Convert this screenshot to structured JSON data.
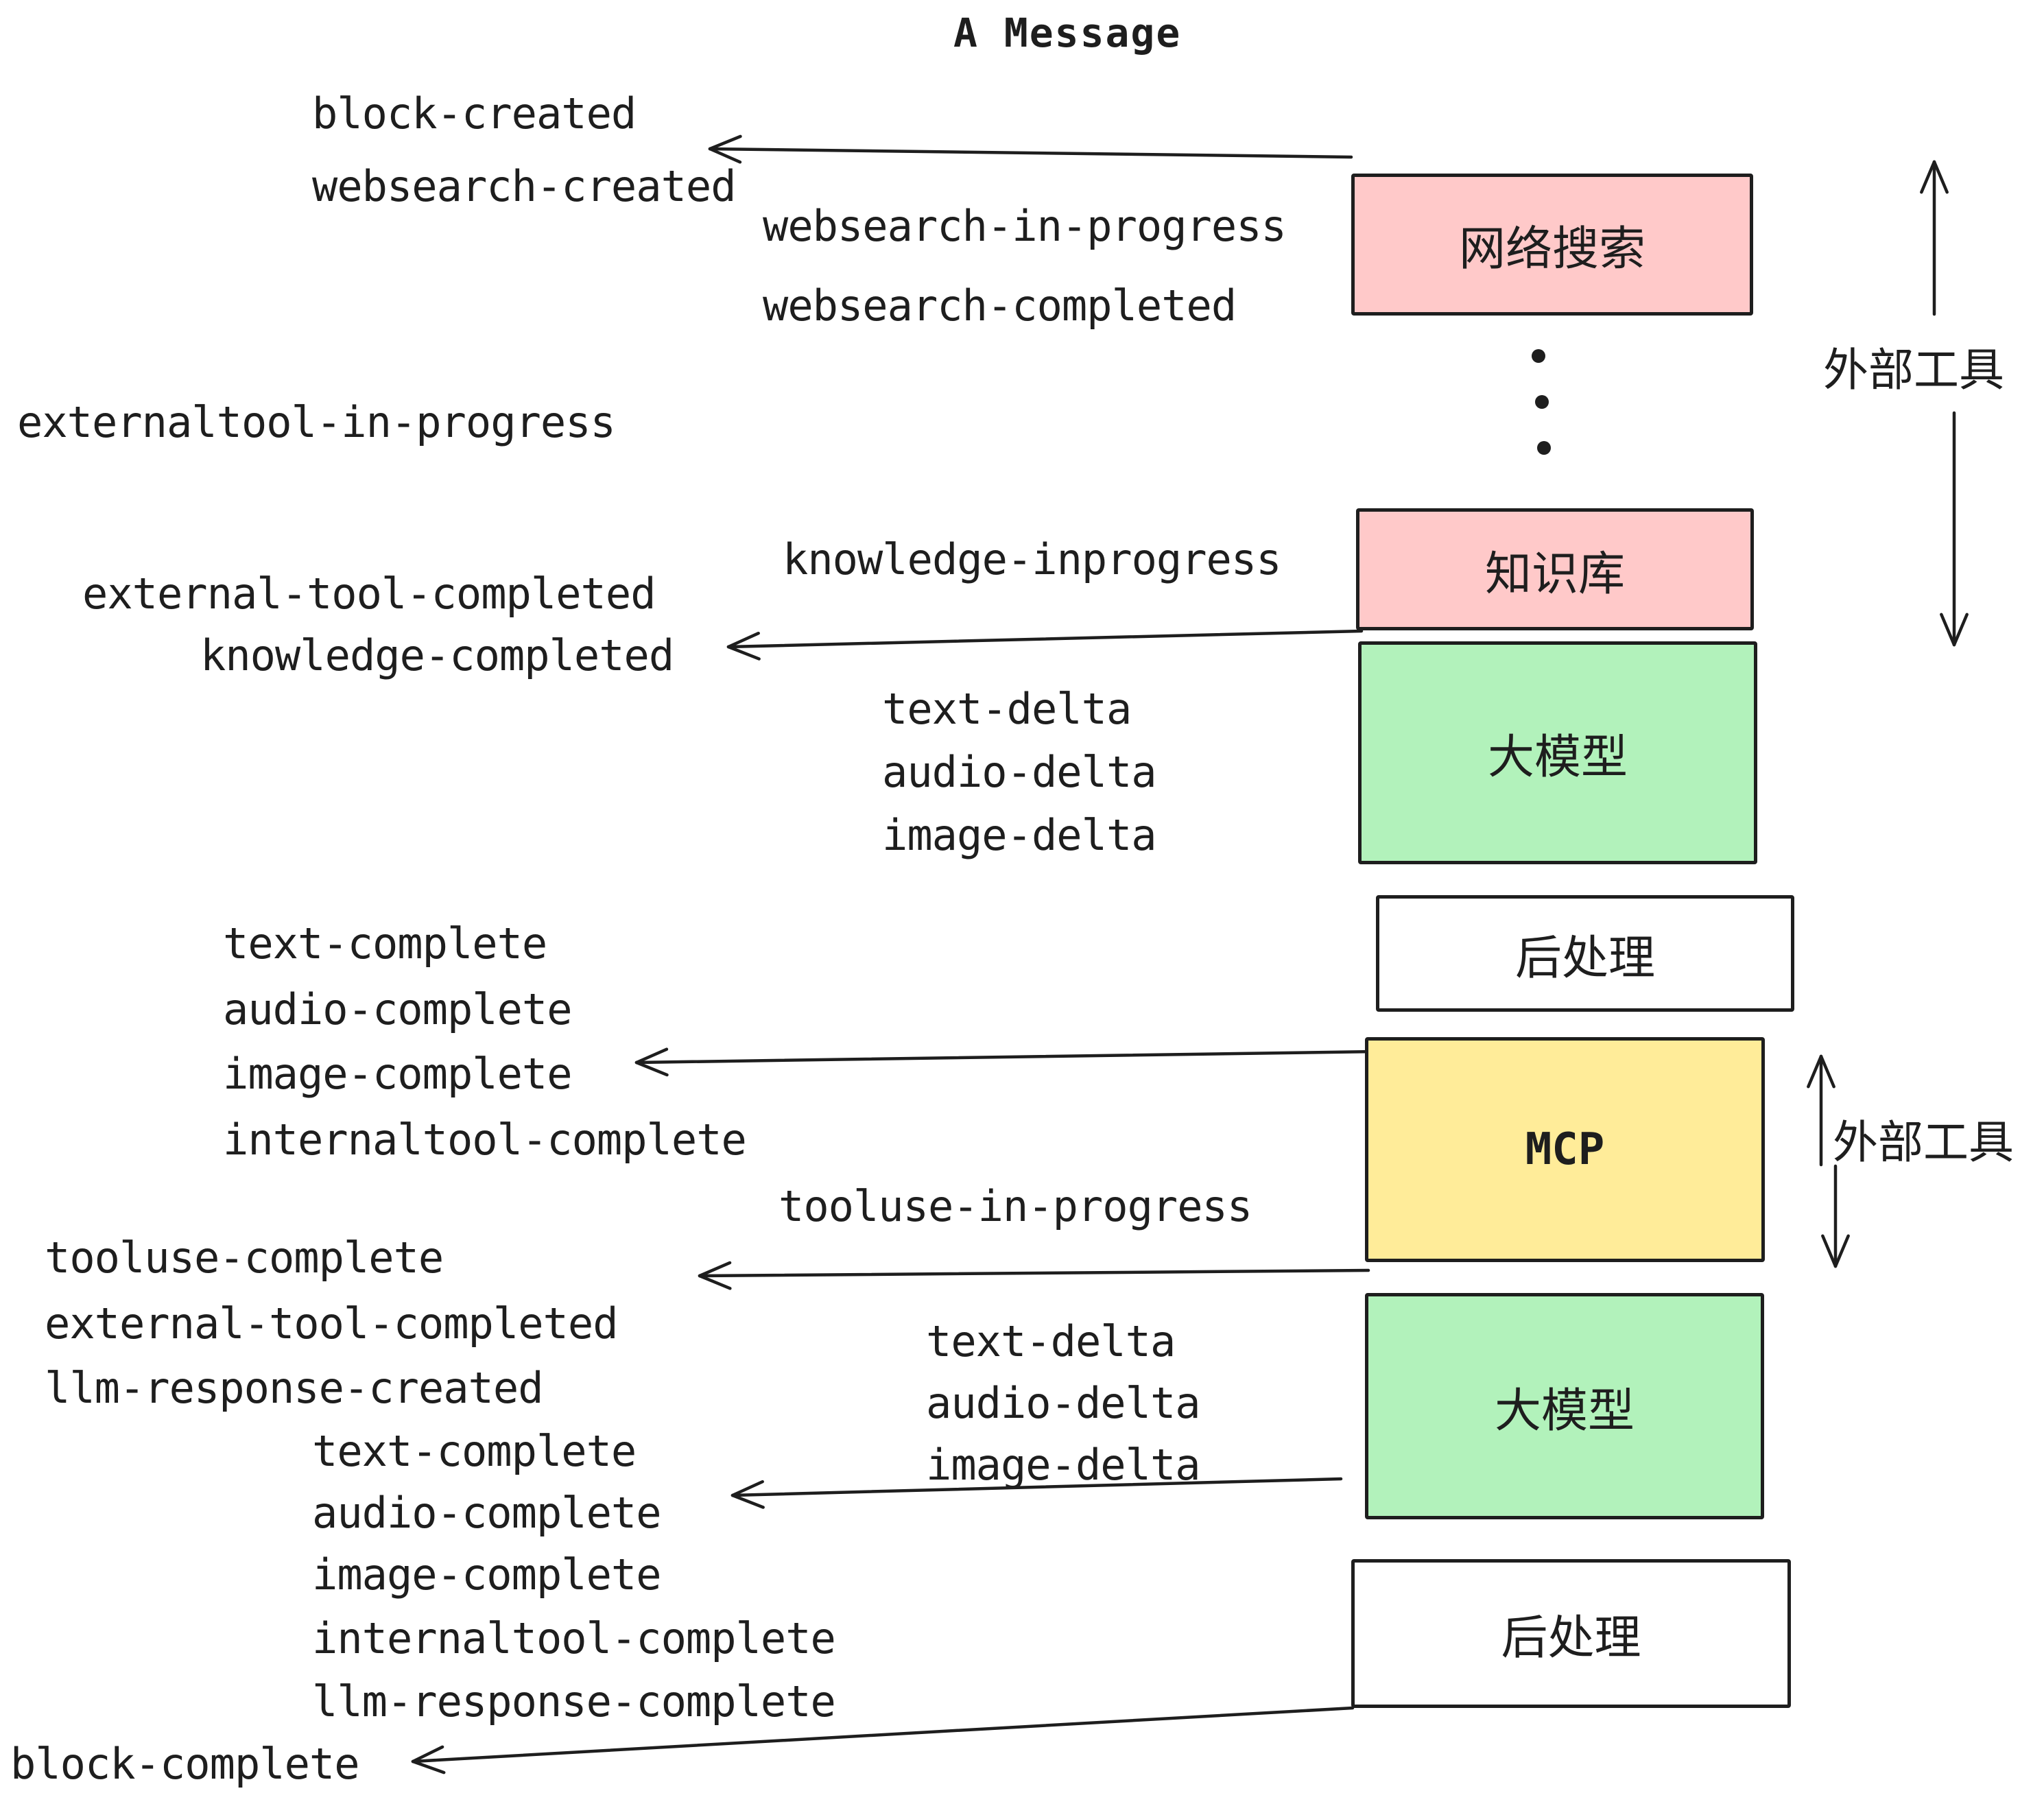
{
  "title": "A Message",
  "colors": {
    "stroke": "#1e1e1e",
    "external_tool_box": "#ffc9c9",
    "llm_box": "#b2f2bb",
    "mcp_box": "#ffec99",
    "postprocess_box": "#ffffff"
  },
  "boxes": [
    {
      "id": "websearch",
      "label": "网络搜索"
    },
    {
      "id": "knowledge",
      "label": "知识库"
    },
    {
      "id": "llm-1",
      "label": "大模型"
    },
    {
      "id": "postprocess-1",
      "label": "后处理"
    },
    {
      "id": "mcp",
      "label": "MCP"
    },
    {
      "id": "llm-2",
      "label": "大模型"
    },
    {
      "id": "postprocess-2",
      "label": "后处理"
    }
  ],
  "side_labels": {
    "external_tools_top": "外部工具",
    "external_tools_bottom": "外部工具"
  },
  "events": {
    "block_created": "block-created",
    "websearch_created": "websearch-created",
    "websearch_in_progress": "websearch-in-progress",
    "websearch_completed": "websearch-completed",
    "externaltool_in_progress": "externaltool-in-progress",
    "knowledge_inprogress": "knowledge-inprogress",
    "external_tool_completed_1": "external-tool-completed",
    "knowledge_completed": "knowledge-completed",
    "text_delta_1": "text-delta",
    "audio_delta_1": "audio-delta",
    "image_delta_1": "image-delta",
    "text_complete_1": "text-complete",
    "audio_complete_1": "audio-complete",
    "image_complete_1": "image-complete",
    "internaltool_complete_1": "internaltool-complete",
    "tooluse_in_progress": "tooluse-in-progress",
    "tooluse_complete": "tooluse-complete",
    "external_tool_completed_2": "external-tool-completed",
    "llm_response_created": "llm-response-created",
    "text_complete_2": "text-complete",
    "audio_complete_2": "audio-complete",
    "image_complete_2": "image-complete",
    "internaltool_complete_2": "internaltool-complete",
    "llm_response_complete": "llm-response-complete",
    "block_complete": "block-complete",
    "text_delta_2": "text-delta",
    "audio_delta_2": "audio-delta",
    "image_delta_2": "image-delta"
  }
}
